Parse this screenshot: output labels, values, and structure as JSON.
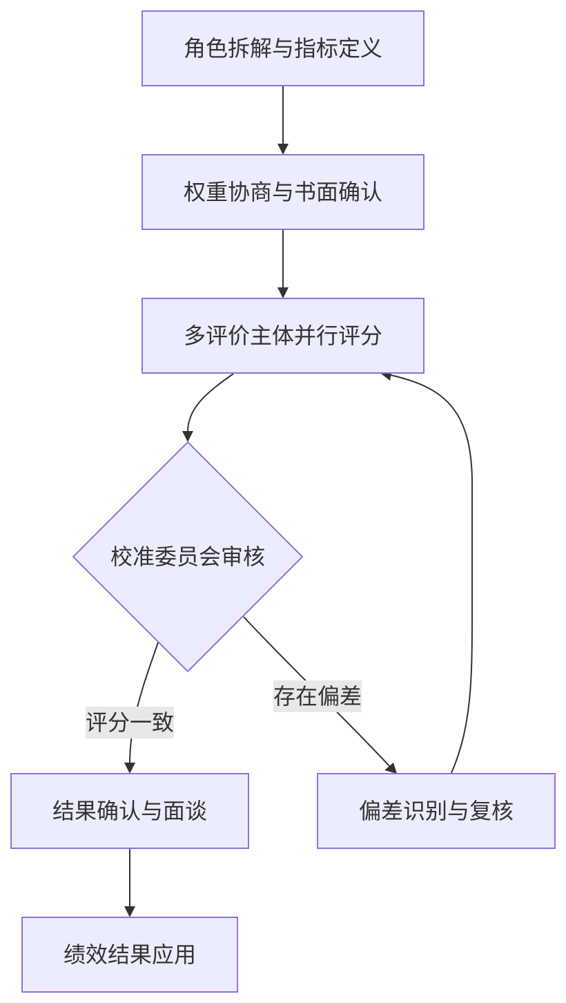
{
  "nodes": {
    "role_decomposition": "角色拆解与指标定义",
    "weight_negotiation": "权重协商与书面确认",
    "parallel_scoring": "多评价主体并行评分",
    "calibration_review": "校准委员会审核",
    "result_confirmation": "结果确认与面谈",
    "deviation_review": "偏差识别与复核",
    "performance_application": "绩效结果应用"
  },
  "edge_labels": {
    "consistent": "评分一致",
    "deviation": "存在偏差"
  },
  "colors": {
    "node_fill": "#ececff",
    "node_stroke": "#9370db",
    "edge": "#333333",
    "label_bg": "#e8e8e8",
    "text": "#333333"
  }
}
